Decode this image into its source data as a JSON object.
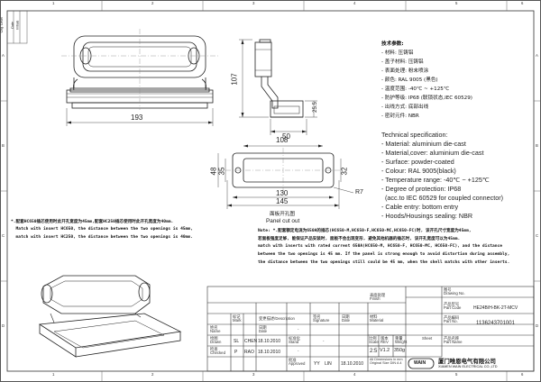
{
  "zones": {
    "columns_top": [
      "1",
      "2",
      "3",
      "4",
      "5",
      "6"
    ],
    "columns_bottom": [
      "1",
      "2",
      "3",
      "4",
      "5",
      "6"
    ],
    "rows_left": [
      "A",
      "B",
      "C",
      "D"
    ],
    "rows_right": [
      "A",
      "B",
      "C",
      "D"
    ]
  },
  "side_strip": [
    "Chg. Level",
    "Date",
    "Initials"
  ],
  "dimensions": {
    "front_width": "193",
    "side_height": "107",
    "side_depth": "50",
    "side_small": "25.5",
    "cutout_outer": "108",
    "cutout_inner": "130",
    "cutout_total": "145",
    "cutout_h1": "48",
    "cutout_h2": "35",
    "cutout_h3": "32",
    "cutout_radius": "R7"
  },
  "cutout_caption": {
    "cn": "面板开孔图",
    "en": "Panel cut out"
  },
  "specs_cn": [
    "技术参数:",
    "- 材料: 压铸铝",
    "- 盖子材料: 压铸铝",
    "- 表面处理: 粉末喷涂",
    "- 颜色: RAL 9005 (黑色)",
    "- 温度范围: -40℃ ~ +125℃",
    "- 防护等级: IP68 (联锁状态,IEC 60529)",
    "- 出线方式: 底部出线",
    "- 密封元件: NBR"
  ],
  "specs_en": [
    "Technical specification:",
    "- Material: aluminium die-cast",
    "- Material,cover: aluminium die-cast",
    "- Surface: powder-coated",
    "- Colour: RAL 9005(black)",
    "- Temperature range: -40℃ ~ +125℃",
    "- Degree of protection: IP68",
    "  (acc.to IEC 60529 for coupled connector)",
    "- Cable entry: bottom entry",
    "- Hoods/Housings sealing: NBR"
  ],
  "note_left": [
    "*.配套HC650插芯使用时此开孔宽度为45mm,配套HC250插芯使用时此开孔宽度为40mm.",
    "  Match with insert HC650, the distance between the two openings is 45mm,",
    "  match with insert HC250, the distance between the two openings is 40mm."
  ],
  "note_right": [
    "Note: *.配套额定电流为650A的插芯(HC650-M,HC650-F,HC650-MC,HC650-FC)时, 该开孔尺寸宽度为45mm,",
    "若面板强度足够, 能保证产品安装时, 面板不会出现变形, 避免其他机器的插芯时, 该开孔宽度可以为45mm.",
    "match with inserts with rated current 650A(HC650-M, HC650-F, HC650-MC, HC650-FC), and the distance",
    "between the two openings is 45 mm. If the panel is strong enough to avoid distortion during assembly,",
    "the distance between the two openings still could be 45 mm, when the shell matchs with other inserts."
  ],
  "title_block": {
    "finish_label": "表面处理\nFinish",
    "finish_value": "",
    "drawing_no_label": "图号\nDrawing No.",
    "drawing_no_value": "",
    "part_code_label": "产品型号\nPart Code",
    "part_code_value": "HE24B/H-BK-2T-MCV",
    "part_no_label": "产品编码\nPart No.",
    "part_no_value": "1136243701001",
    "part_name_label": "产品名称\nPart Name",
    "part_name_value": "",
    "material_label": "材料\nMaterial",
    "material_value": "",
    "scale_label": "比例\nScale",
    "scale_value": "2:5",
    "rev_label": "版本\nREV",
    "rev_value": "V1.2",
    "weight_label": "重量\nWeight",
    "weight_value": "350g",
    "sheet_label": "Sheet",
    "sheet_value": "",
    "change_header": "变更描述/Description",
    "name_header": "姓名\nName",
    "date_header": "日期\nDate",
    "signature_header": "签名\nSignature",
    "date2_header": "日期\nDate",
    "mark_header": "标记\nMark",
    "drawn_label": "绘图\nDrawn",
    "drawn_initials": "SL",
    "drawn_name": "CHEN",
    "drawn_date": "18.10.2010",
    "checked_label": "检查\nChecked",
    "checked_initials": "P",
    "checked_name": "RAO",
    "checked_date": "18.10.2010",
    "approved_label": "批准\nApproved",
    "approved_name": "YY",
    "approved_sig": "LIN",
    "approved_date": "18.10.2010",
    "std_label": "标准化\nStand",
    "std_value": "-",
    "change_rows": [
      "-",
      "-",
      "-"
    ],
    "tolerance_note": "All Dimensions in mm\nOriginal Size DIN A 4",
    "company_cn": "厦门唯恩电气有限公司",
    "company_en": "XIAMEN WAIN ELECTRICAL CO.,LTD",
    "logo_text": "WAIN"
  }
}
